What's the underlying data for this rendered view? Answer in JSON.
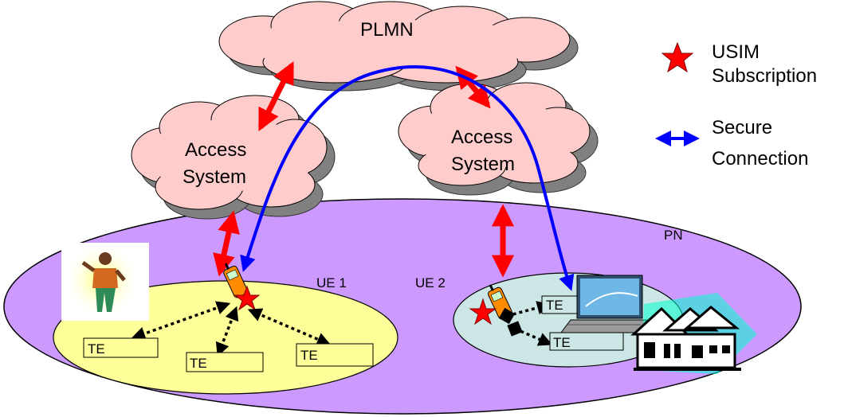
{
  "clouds": {
    "plmn": "PLMN",
    "access_left": [
      "Access",
      "System"
    ],
    "access_right": [
      "Access",
      "System"
    ]
  },
  "legend": {
    "usim": [
      "USIM",
      "Subscription"
    ],
    "secure": [
      "Secure",
      "Connection"
    ]
  },
  "labels": {
    "pn": "PN",
    "ue1": "UE 1",
    "ue2": "UE 2",
    "te": "TE"
  },
  "colors": {
    "cloud_fill": "#ffcccc",
    "cloud_shadow": "#808080",
    "pn_fill": "#cc99ff",
    "ue1_fill": "#ffff99",
    "ue2_fill": "#cce6e6",
    "link_red": "#ff0000",
    "secure_blue": "#0000ff",
    "star_red": "#ff0000"
  },
  "icons": {
    "phone": "mobile-phone-icon",
    "person": "person-with-phone-icon",
    "laptop": "laptop-icon",
    "house": "house-icon",
    "star": "star-icon"
  }
}
